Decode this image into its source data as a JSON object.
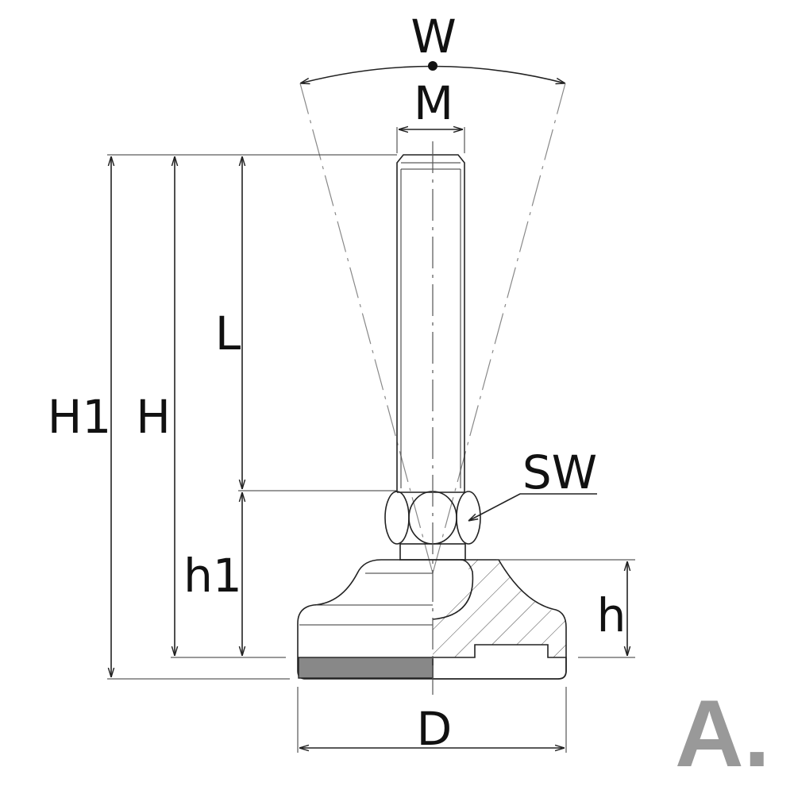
{
  "labels": {
    "W": "W",
    "M": "M",
    "L": "L",
    "H1": "H1",
    "H": "H",
    "SW": "SW",
    "h1": "h1",
    "h": "h",
    "D": "D"
  },
  "logo": "A.",
  "colors": {
    "line": "#222222",
    "rubber_pad": "#888888",
    "logo": "#999999"
  }
}
